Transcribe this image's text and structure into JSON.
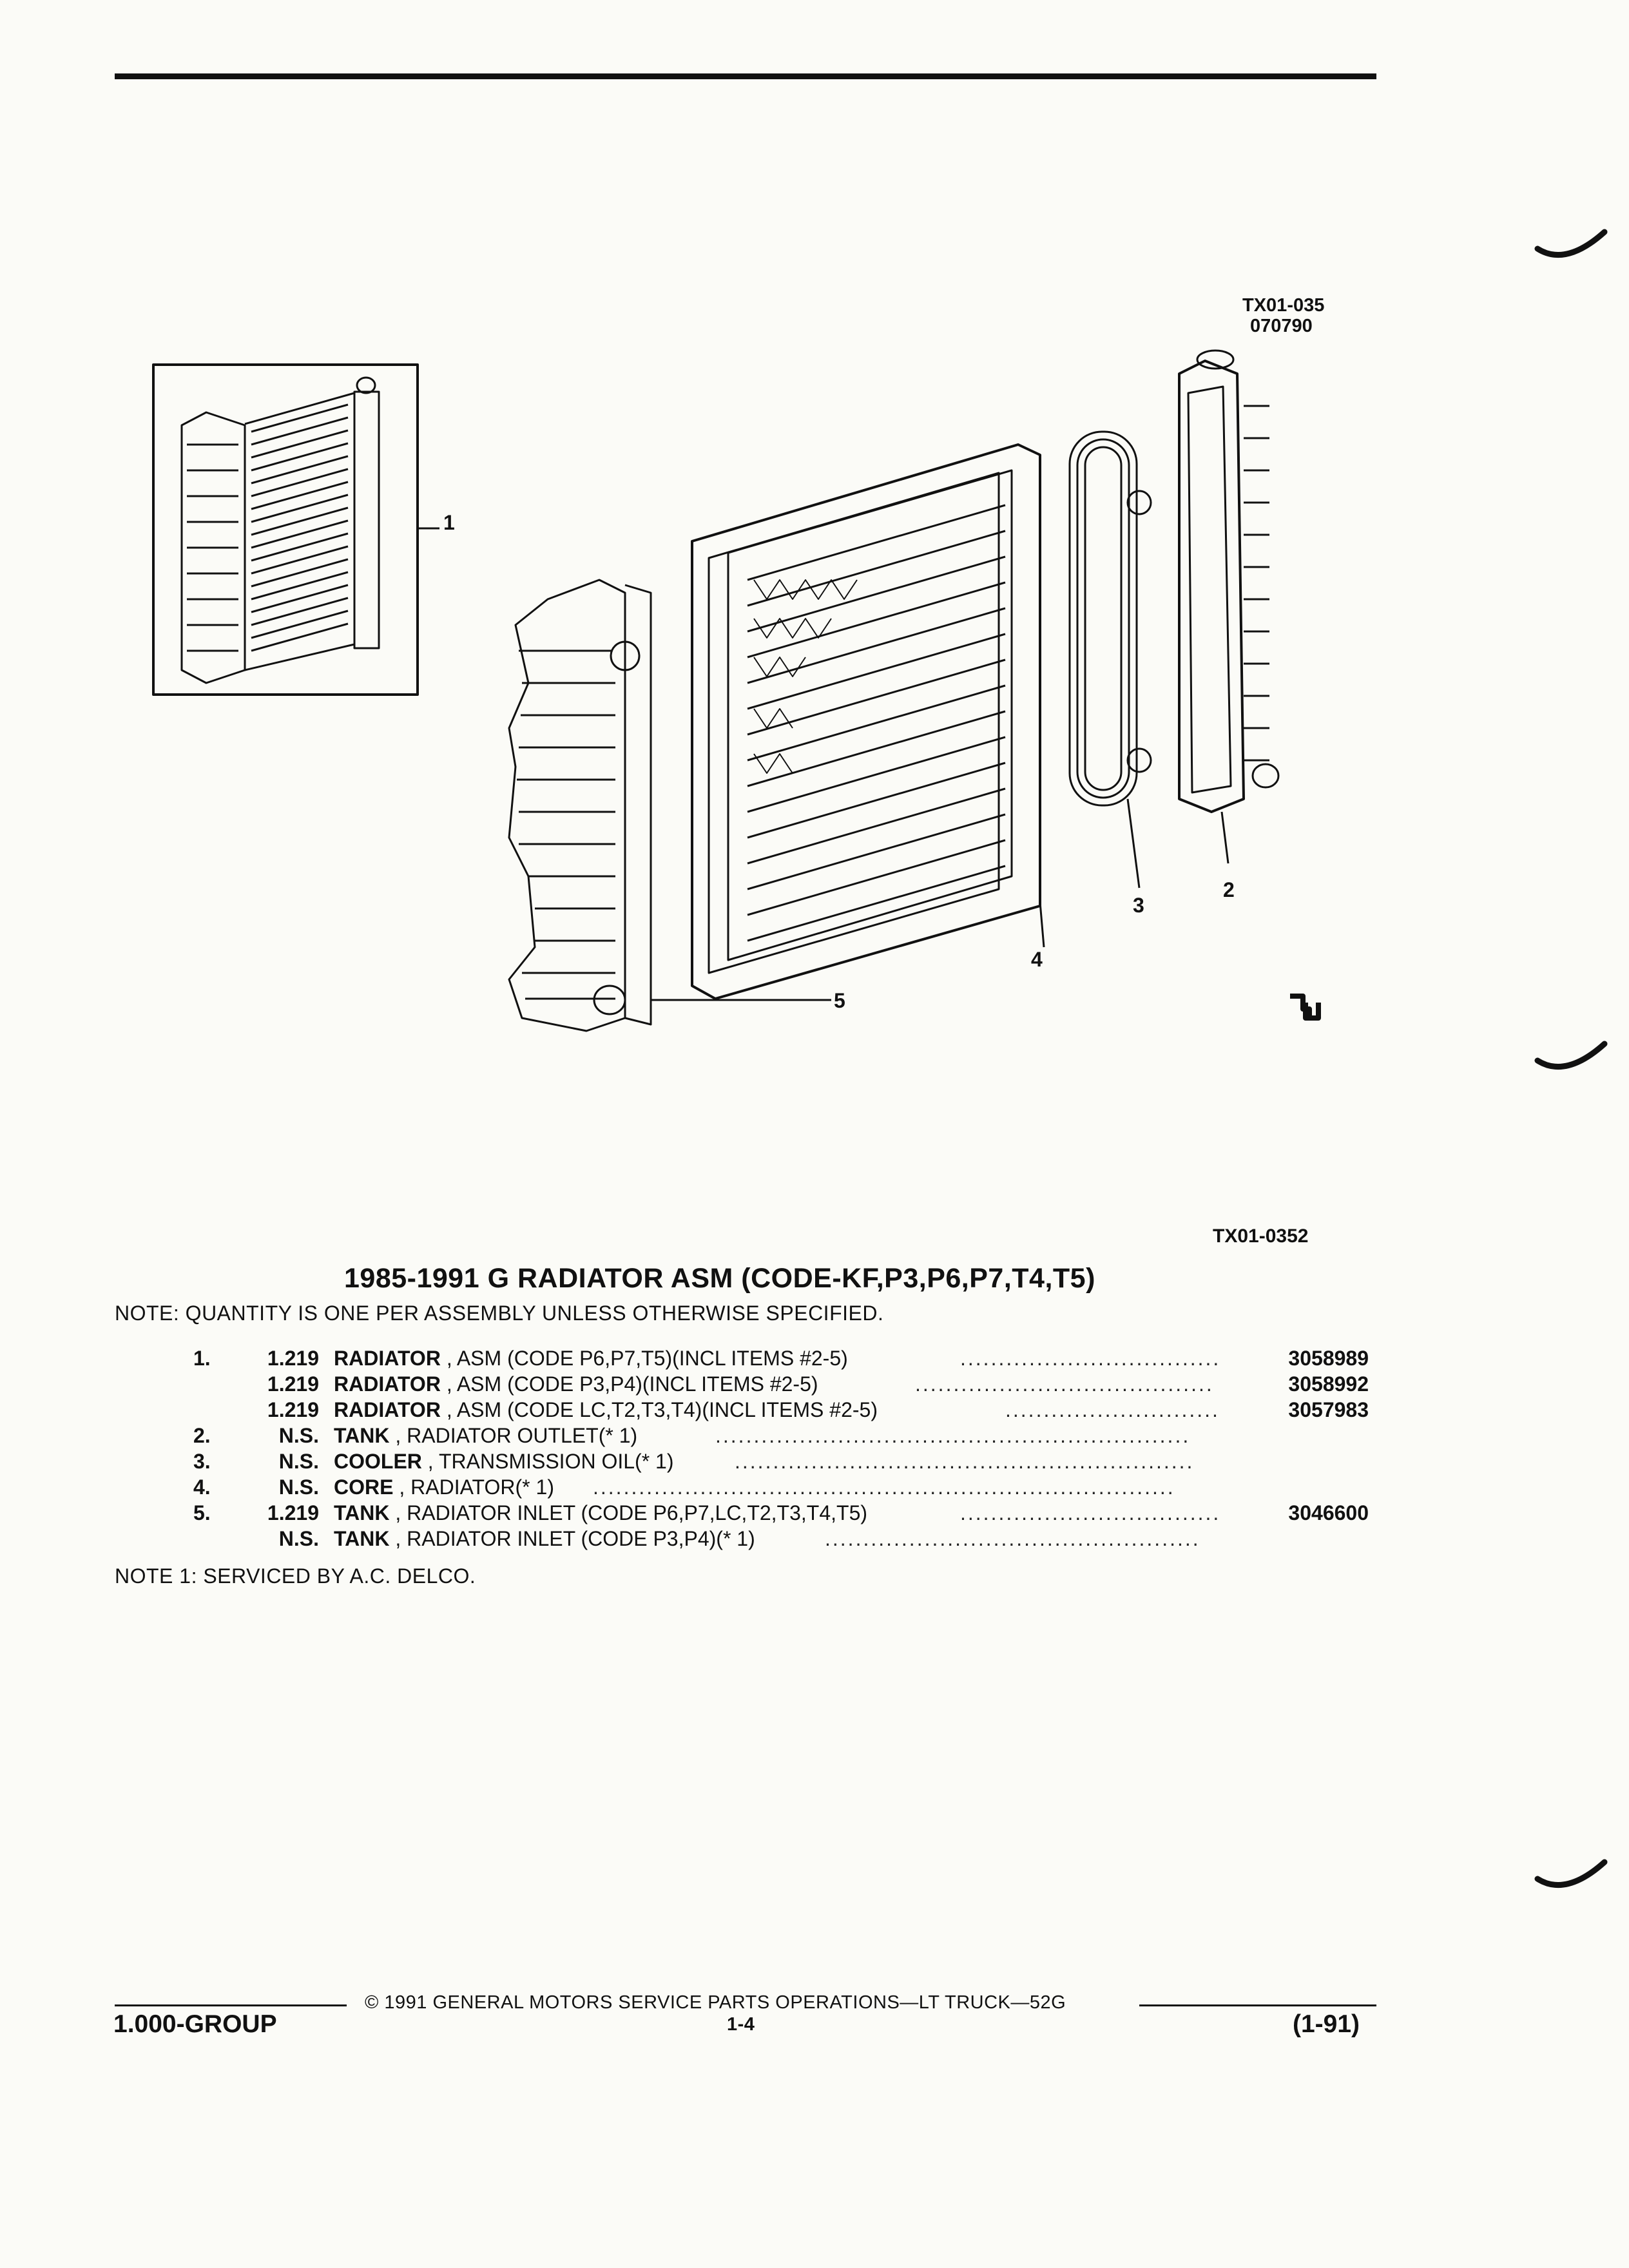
{
  "header": {
    "figure_ref_1": "TX01-035",
    "figure_ref_2": "070790"
  },
  "illustration": {
    "callouts": [
      "1",
      "2",
      "3",
      "4",
      "5"
    ],
    "figure_id": "TX01-0352"
  },
  "title": "1985-1991 G RADIATOR ASM (CODE-KF,P3,P6,P7,T4,T5)",
  "note_top": "NOTE:  QUANTITY IS ONE PER ASSEMBLY UNLESS OTHERWISE SPECIFIED.",
  "parts": [
    {
      "item": "1.",
      "code": "1.219",
      "name": "RADIATOR",
      "desc": " , ASM (CODE P6,P7,T5)(INCL ITEMS #2-5)",
      "part": "3058989"
    },
    {
      "item": "",
      "code": "1.219",
      "name": "RADIATOR",
      "desc": " , ASM (CODE P3,P4)(INCL ITEMS #2-5)",
      "part": "3058992"
    },
    {
      "item": "",
      "code": "1.219",
      "name": "RADIATOR",
      "desc": " , ASM (CODE LC,T2,T3,T4)(INCL ITEMS #2-5)",
      "part": "3057983"
    },
    {
      "item": "2.",
      "code": "N.S.",
      "name": "TANK",
      "desc": " , RADIATOR OUTLET(* 1)",
      "part": ""
    },
    {
      "item": "3.",
      "code": "N.S.",
      "name": "COOLER",
      "desc": " , TRANSMISSION OIL(* 1)",
      "part": ""
    },
    {
      "item": "4.",
      "code": "N.S.",
      "name": "CORE",
      "desc": " , RADIATOR(* 1)",
      "part": ""
    },
    {
      "item": "5.",
      "code": "1.219",
      "name": "TANK",
      "desc": " , RADIATOR INLET (CODE P6,P7,LC,T2,T3,T4,T5)",
      "part": "3046600"
    },
    {
      "item": "",
      "code": "N.S.",
      "name": "TANK",
      "desc": " , RADIATOR INLET (CODE P3,P4)(* 1)",
      "part": ""
    }
  ],
  "note_bottom": "NOTE  1:  SERVICED BY A.C. DELCO.",
  "footer": {
    "copyright": "©  1991  GENERAL MOTORS SERVICE PARTS OPERATIONS—LT TRUCK—52G",
    "group": "1.000-GROUP",
    "page": "1-4",
    "date": "(1-91)"
  }
}
